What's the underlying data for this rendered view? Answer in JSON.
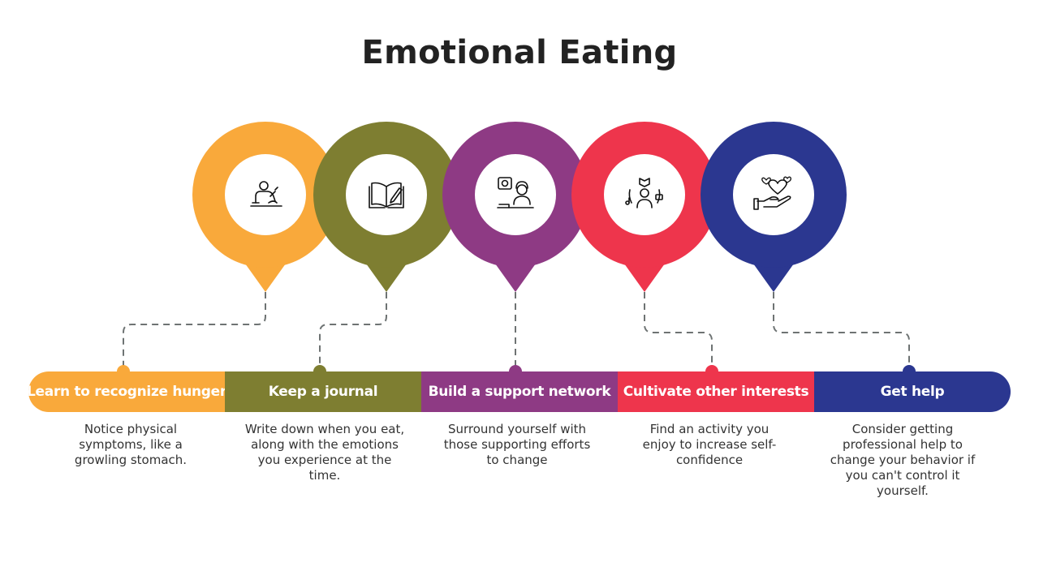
{
  "title": "Emotional Eating",
  "colors": [
    "#F9A93B",
    "#7E7E31",
    "#8E3A84",
    "#EE354C",
    "#2B3790"
  ],
  "steps": [
    {
      "label": "Learn to recognize hunger",
      "description": "Notice physical symptoms, like a growling stomach.",
      "icon": "person-eating-icon"
    },
    {
      "label": "Keep a journal",
      "description": "Write down when you eat, along with the emotions you experience at the time.",
      "icon": "open-book-pen-icon"
    },
    {
      "label": "Build a support network",
      "description": "Surround yourself with those supporting efforts to change",
      "icon": "support-agent-icon"
    },
    {
      "label": "Cultivate other interests",
      "description": "Find an activity you enjoy to increase self-confidence",
      "icon": "hobbies-person-icon"
    },
    {
      "label": "Get help",
      "description": "Consider getting professional help to change your behavior if you can't control it yourself.",
      "icon": "heart-in-hand-icon"
    }
  ]
}
